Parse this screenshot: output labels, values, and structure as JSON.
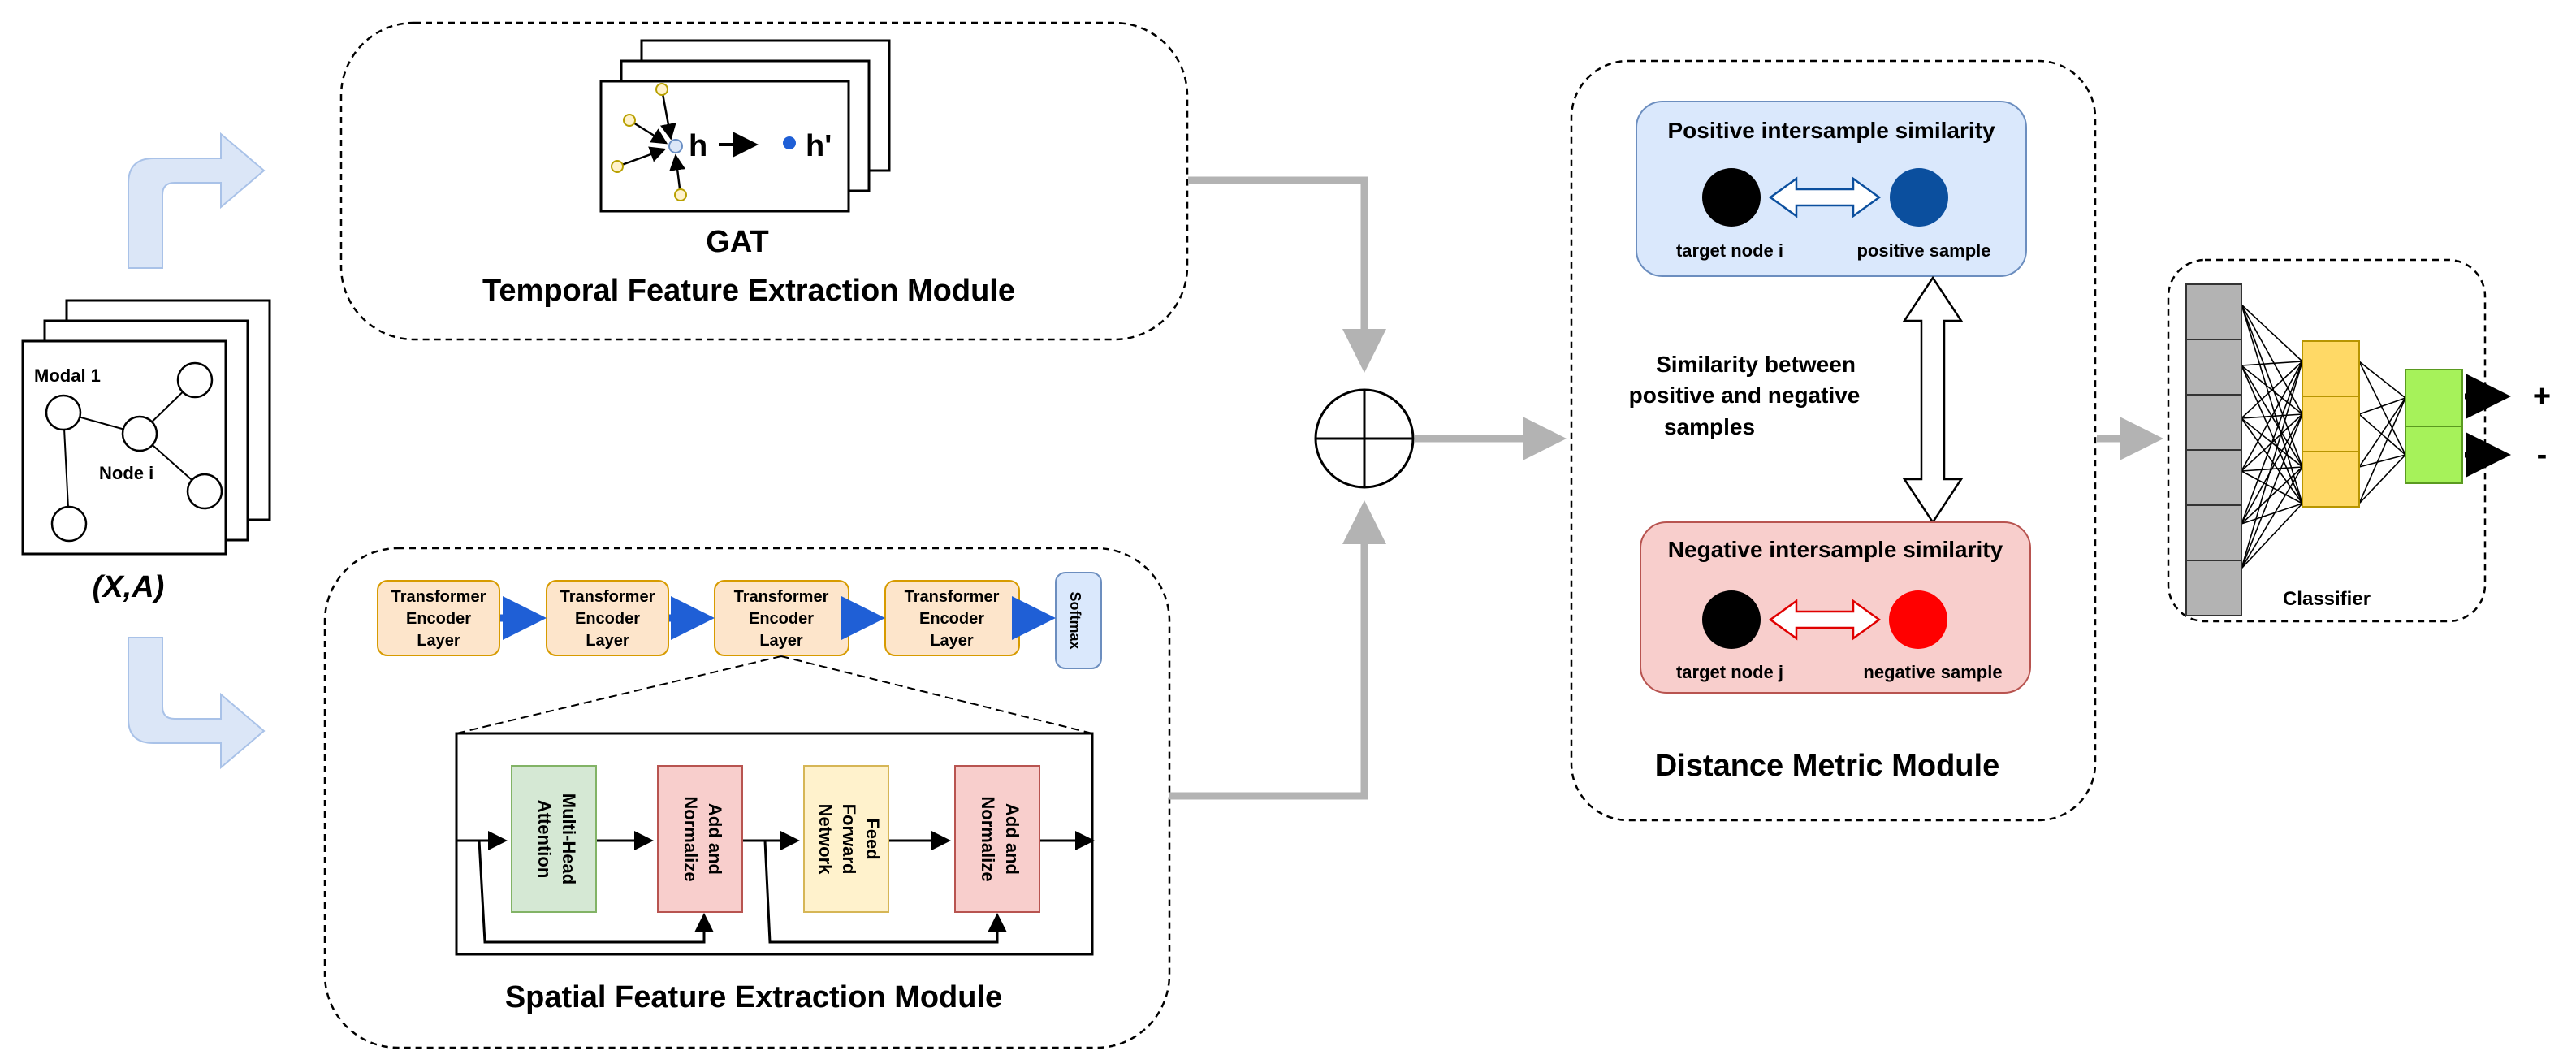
{
  "input": {
    "modal_label": "Modal 1",
    "node_label": "Node i",
    "caption": "(X,A)"
  },
  "temporal": {
    "h_label": "h",
    "h_prime_label": "h'",
    "gat_label": "GAT",
    "module_title": "Temporal Feature Extraction Module"
  },
  "spatial": {
    "encoder_layers": [
      {
        "line1": "Transformer",
        "line2": "Encoder",
        "line3": "Layer"
      },
      {
        "line1": "Transformer",
        "line2": "Encoder",
        "line3": "Layer"
      },
      {
        "line1": "Transformer",
        "line2": "Encoder",
        "line3": "Layer"
      },
      {
        "line1": "Transformer",
        "line2": "Encoder",
        "line3": "Layer"
      }
    ],
    "softmax_label": "Softmax",
    "blocks": [
      {
        "line1": "Multi-Head",
        "line2": "Attention",
        "color": "#d5e8d4"
      },
      {
        "line1": "Add and",
        "line2": "Normalize",
        "color": "#f8cecc"
      },
      {
        "line1": "Feed",
        "line2": "Forward",
        "line3": "Network",
        "color": "#fff2cc"
      },
      {
        "line1": "Add and",
        "line2": "Normalize",
        "color": "#f8cecc"
      }
    ],
    "module_title": "Spatial Feature Extraction Module"
  },
  "distance": {
    "positive_title": "Positive intersample similarity",
    "positive_title_color": "#0b4f9e",
    "target_i_label": "target node i",
    "positive_sample_label": "positive sample",
    "middle_line1": "Similarity between",
    "middle_line2": "positive and negative",
    "middle_line3": "samples",
    "negative_title": "Negative intersample similarity",
    "negative_title_color": "#e00000",
    "target_j_label": "target node j",
    "negative_sample_label": "negative sample",
    "module_title": "Distance Metric Module"
  },
  "classifier": {
    "label": "Classifier",
    "plus": "+",
    "minus": "-"
  },
  "colors": {
    "encoder_fill": "#fde5cb",
    "encoder_stroke": "#d79b00",
    "softmax_fill": "#dae8fc",
    "positive_fill": "#dae8fc",
    "negative_fill": "#f8cecc",
    "positive_node": "#0b4f9e",
    "negative_node": "#ff0000",
    "connector": "#b3b3b3",
    "flow_arrow": "#dbe6f7",
    "blue_arrow": "#1f5fd6"
  }
}
